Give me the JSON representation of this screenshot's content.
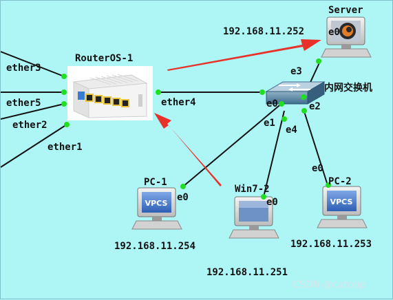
{
  "nodes": {
    "router": {
      "name": "RouterOS-1"
    },
    "server": {
      "name": "Server",
      "ip": "192.168.11.252"
    },
    "switch": {
      "name": "内网交换机"
    },
    "pc1": {
      "name": "PC-1",
      "ip": "192.168.11.254",
      "screen_text": "VPCS"
    },
    "win7": {
      "name": "Win7-2",
      "ip": "192.168.11.251"
    },
    "pc2": {
      "name": "PC-2",
      "ip": "192.168.11.253",
      "screen_text": "VPCS"
    }
  },
  "interfaces": {
    "ether3": "ether3",
    "ether5": "ether5",
    "ether2": "ether2",
    "ether1": "ether1",
    "ether4": "ether4",
    "sw_e0": "e0",
    "sw_e1": "e1",
    "sw_e2": "e2",
    "sw_e3": "e3",
    "sw_e4": "e4",
    "server_e0": "e0",
    "pc1_e0": "e0",
    "win7_e0": "e0",
    "pc2_e0": "e0"
  },
  "watermark": "CSDN @catoop",
  "colors": {
    "background": "#aef6f6",
    "link": "#111111",
    "port_dot": "#22dd22",
    "arrow": "#e8312a"
  }
}
